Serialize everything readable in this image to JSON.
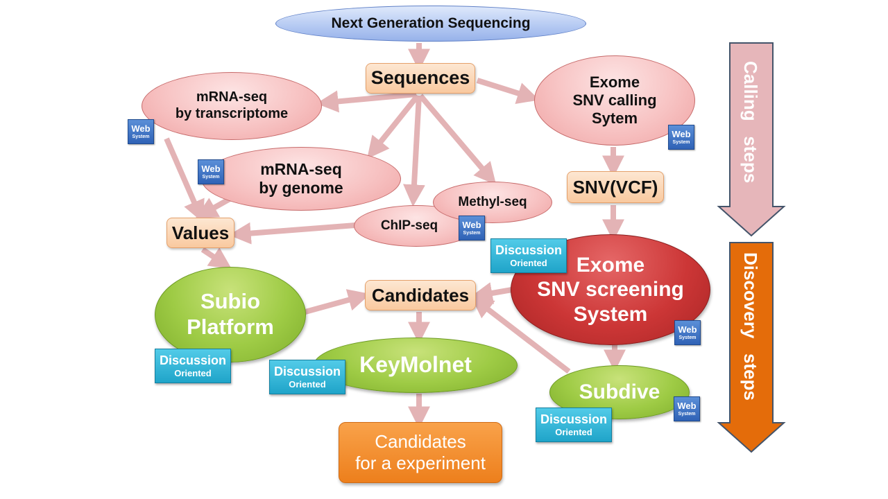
{
  "diagram": {
    "nodes": {
      "ngs": {
        "label": "Next Generation Sequencing"
      },
      "sequences": {
        "label": "Sequences"
      },
      "mrna_transcriptome": {
        "line1": "mRNA-seq",
        "line2": "by transcriptome"
      },
      "mrna_genome": {
        "line1": "mRNA-seq",
        "line2": "by genome"
      },
      "exome_calling": {
        "line1": "Exome",
        "line2": "SNV calling",
        "line3": "Sytem"
      },
      "snv_vcf": {
        "label": "SNV(VCF)"
      },
      "methyl_seq": {
        "label": "Methyl-seq"
      },
      "chip_seq": {
        "label": "ChIP-seq"
      },
      "values": {
        "label": "Values"
      },
      "subio": {
        "line1": "Subio",
        "line2": "Platform"
      },
      "candidates": {
        "label": "Candidates"
      },
      "exome_screening": {
        "line1": "Exome",
        "line2": "SNV screening",
        "line3": "System"
      },
      "keymolnet": {
        "label": "KeyMolnet"
      },
      "subdive": {
        "label": "Subdive"
      },
      "candidates_experiment": {
        "line1": "Candidates",
        "line2": "for a experiment"
      }
    },
    "badges": {
      "web": {
        "line1": "Web",
        "line2": "System"
      },
      "discussion": {
        "line1": "Discussion",
        "line2": "Oriented"
      }
    },
    "stage_arrows": {
      "calling": {
        "label": "Calling   steps",
        "color": "#e6b6ba"
      },
      "discovery": {
        "label": "Discovery   steps",
        "color": "#e46c0a"
      }
    },
    "connector_color": "#e3b3b5",
    "edges": [
      [
        "ngs",
        "sequences"
      ],
      [
        "sequences",
        "mrna_transcriptome"
      ],
      [
        "sequences",
        "exome_calling"
      ],
      [
        "sequences",
        "mrna_genome"
      ],
      [
        "sequences",
        "chip_seq"
      ],
      [
        "sequences",
        "methyl_seq"
      ],
      [
        "exome_calling",
        "snv_vcf"
      ],
      [
        "snv_vcf",
        "exome_screening"
      ],
      [
        "mrna_transcriptome",
        "values"
      ],
      [
        "mrna_genome",
        "values"
      ],
      [
        "chip_seq",
        "values"
      ],
      [
        "values",
        "subio"
      ],
      [
        "subio",
        "candidates"
      ],
      [
        "exome_screening",
        "candidates"
      ],
      [
        "subdive",
        "candidates"
      ],
      [
        "exome_screening",
        "subdive"
      ],
      [
        "candidates",
        "keymolnet"
      ],
      [
        "keymolnet",
        "candidates_experiment"
      ]
    ]
  }
}
